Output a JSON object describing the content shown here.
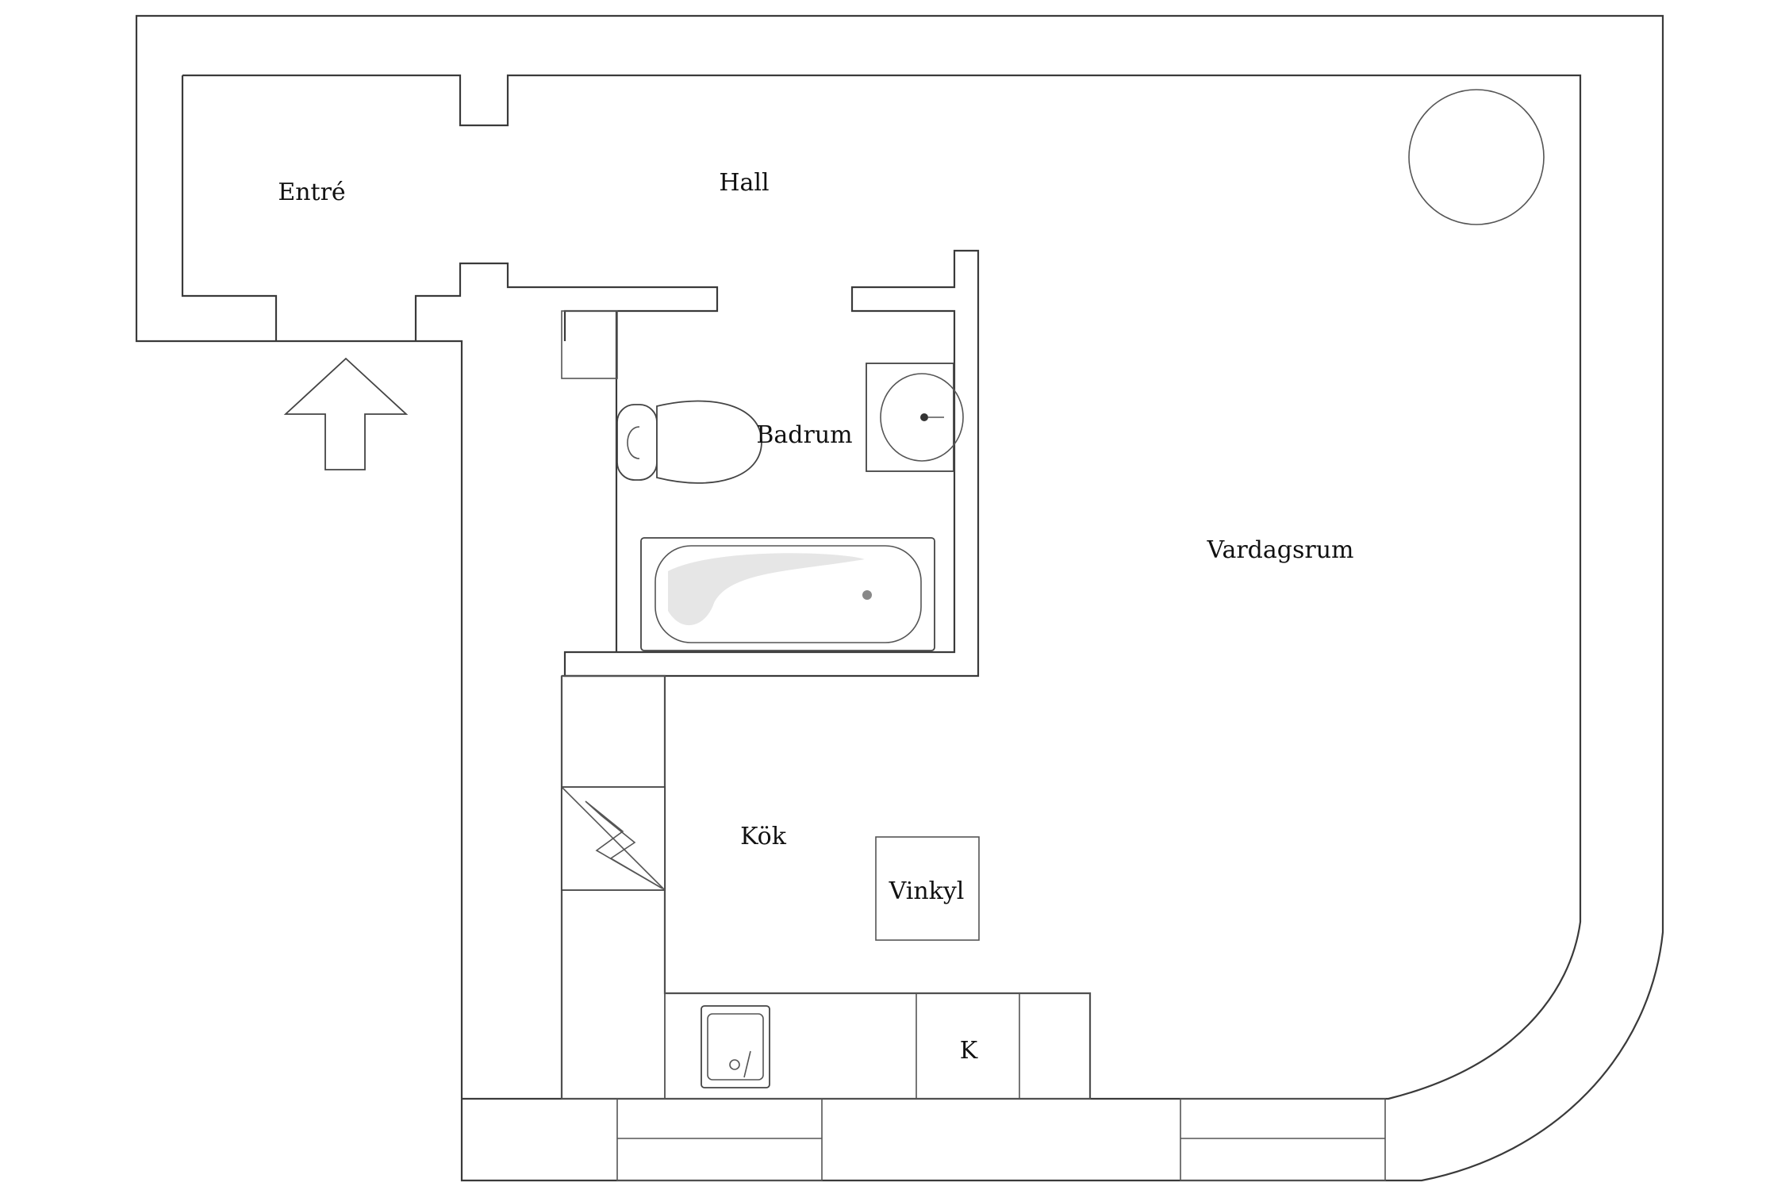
{
  "rooms": {
    "entre": "Entré",
    "hall": "Hall",
    "badrum": "Badrum",
    "vardagsrum": "Vardagsrum",
    "kok": "Kök",
    "vinkyl": "Vinkyl",
    "k": "K"
  },
  "icons": {
    "entrance": "entrance-arrow-icon",
    "electrical": "lightning-bolt-icon",
    "toilet": "toilet-icon",
    "washbasin": "washbasin-icon",
    "bathtub": "bathtub-icon",
    "kitchen_sink": "kitchen-sink-icon",
    "round_table": "round-table-icon"
  },
  "colors": {
    "walls": "#3a3a3a",
    "background": "#ffffff"
  }
}
